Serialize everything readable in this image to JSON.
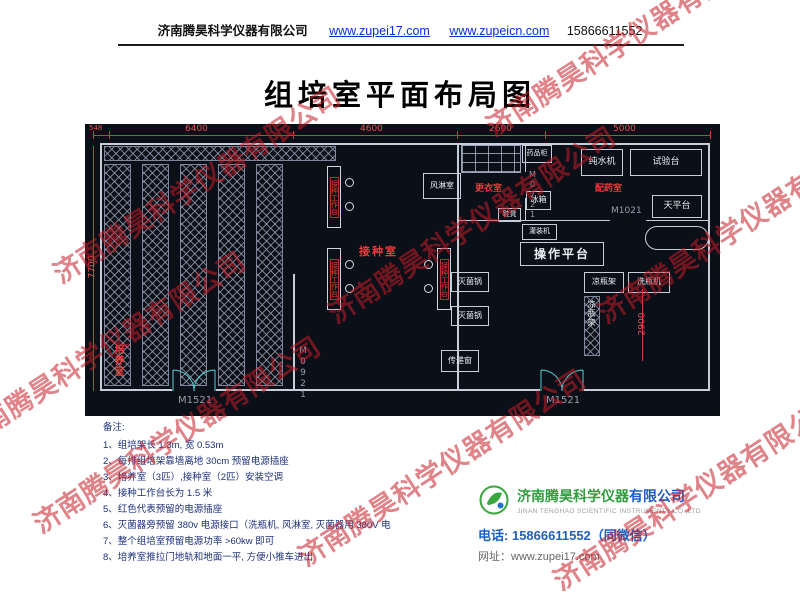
{
  "header": {
    "company": "济南腾昊科学仪器有限公司",
    "link1": "www.zupei17.com",
    "link2": "www.zupeicn.com",
    "phone": "15866611552"
  },
  "title": "组培室平面布局图",
  "watermark": "济南腾昊科学仪器有限公司",
  "plan": {
    "dims": {
      "d548": "548",
      "d6400": "6400",
      "d4600": "4600",
      "d2600": "2600",
      "d5000": "5000",
      "d7700": "7700",
      "d2900": "2900"
    },
    "labels": {
      "culture_room": "培养室",
      "inoculation_room": "接种室",
      "work_bench": "接种工作台",
      "air_shower": "风淋室",
      "changing_room": "更衣室",
      "medicine_cabinet": "药品柜",
      "pure_water_machine": "纯水机",
      "test_bench": "试验台",
      "pharmacy_room": "配药室",
      "balance_table": "天平台",
      "fridge": "冰箱",
      "shoe_bench": "鞋凳",
      "filling_machine": "灌装机",
      "operation_platform": "操作平台",
      "sterilizer": "灭菌锅",
      "transfer_window": "传递窗",
      "bottle_rack": "凉瓶架",
      "bottle_washer": "洗瓶机",
      "door_m0921": "M0921",
      "door_m0721": "M0721",
      "door_m1021": "M1021",
      "door_m1521": "M1521"
    }
  },
  "notes": {
    "heading": "备注:",
    "items": [
      "1、组培架长 1.3m, 宽 0.53m",
      "2、每排组培架靠墙离地 30cm 预留电源插座",
      "3、培养室（3匹）,接种室（2匹）安装空调",
      "4、接种工作台长为 1.5 米",
      "5、红色代表预留的电源插座",
      "6、灭菌器旁预留 380v 电源接口（洗瓶机, 风淋室, 灭菌器用 380V 电",
      "7、整个组培室预留电源功率 >60kw 即可",
      "8、培养室推拉门地轨和地面一平, 方便小推车进出"
    ]
  },
  "footer": {
    "company_cn1": "济南腾昊科学仪器",
    "company_cn2": "有限公司",
    "company_en": "JINAN TENGHAO SCIENTIFIC INSTRUMENTS CO.,LTD",
    "phone_label": "电话:",
    "phone": "15866611552（同微信）",
    "site_label": "网址：",
    "site": "www.zupei17.com"
  }
}
